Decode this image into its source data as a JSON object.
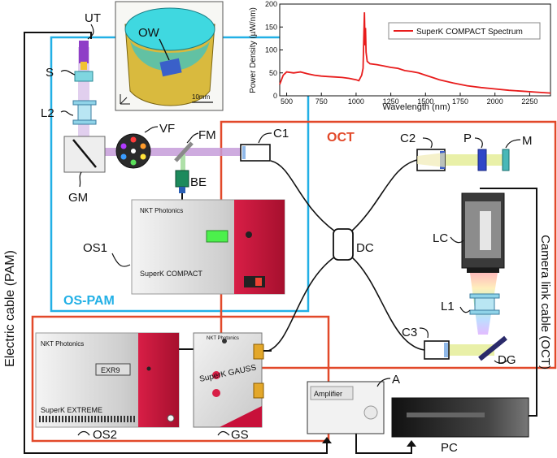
{
  "labels": {
    "UT": "UT",
    "OW": "OW",
    "S": "S",
    "L2": "L2",
    "VF": "VF",
    "FM": "FM",
    "GM": "GM",
    "BE": "BE",
    "C1": "C1",
    "OCT": "OCT",
    "C2": "C2",
    "P": "P",
    "M": "M",
    "OS1": "OS1",
    "OS_PAM": "OS-PAM",
    "DC": "DC",
    "LC": "LC",
    "L1": "L1",
    "C3": "C3",
    "DG": "DG",
    "OS2": "OS2",
    "GS": "GS",
    "A": "A",
    "PC": "PC",
    "electric_cable": "Electric cable (PAM)",
    "camera_cable": "Camera link cable (OCT)",
    "scale_bar": "10mm"
  },
  "devices": {
    "os1_brand": "NKT Photonics",
    "os1_name": "SuperK COMPACT",
    "os2_brand": "NKT Photonics",
    "os2_model": "EXR9",
    "os2_name": "SuperK EXTREME",
    "gs_brand": "NKT Photonics",
    "gs_name": "SuperK GAUSS",
    "amplifier": "Amplifier"
  },
  "colors": {
    "oct_box": "#e2492a",
    "pam_box": "#22b0e6",
    "spectrum": "#e81c1c"
  },
  "chart_data": {
    "type": "line",
    "xlabel": "Wavelength (nm)",
    "ylabel": "Power Density (µW/nm)",
    "xlim": [
      450,
      2400
    ],
    "ylim": [
      0,
      200
    ],
    "xticks": [
      500,
      750,
      1000,
      1250,
      1500,
      1750,
      2000,
      2250
    ],
    "yticks": [
      0,
      50,
      100,
      150,
      200
    ],
    "legend": "top-right",
    "series": [
      {
        "name": "SuperK COMPACT Spectrum",
        "color": "#e81c1c",
        "x": [
          450,
          475,
          500,
          550,
          600,
          650,
          700,
          750,
          800,
          850,
          900,
          950,
          1000,
          1020,
          1040,
          1050,
          1055,
          1060,
          1064,
          1068,
          1072,
          1080,
          1100,
          1150,
          1200,
          1250,
          1300,
          1350,
          1400,
          1450,
          1500,
          1550,
          1600,
          1700,
          1800,
          1900,
          2000,
          2100,
          2200,
          2300,
          2400
        ],
        "y": [
          25,
          45,
          52,
          50,
          52,
          48,
          45,
          43,
          42,
          41,
          40,
          38,
          35,
          33,
          45,
          60,
          120,
          182,
          110,
          148,
          95,
          75,
          70,
          68,
          65,
          62,
          60,
          55,
          53,
          50,
          45,
          40,
          35,
          28,
          22,
          18,
          15,
          12,
          10,
          8,
          6
        ]
      }
    ]
  }
}
